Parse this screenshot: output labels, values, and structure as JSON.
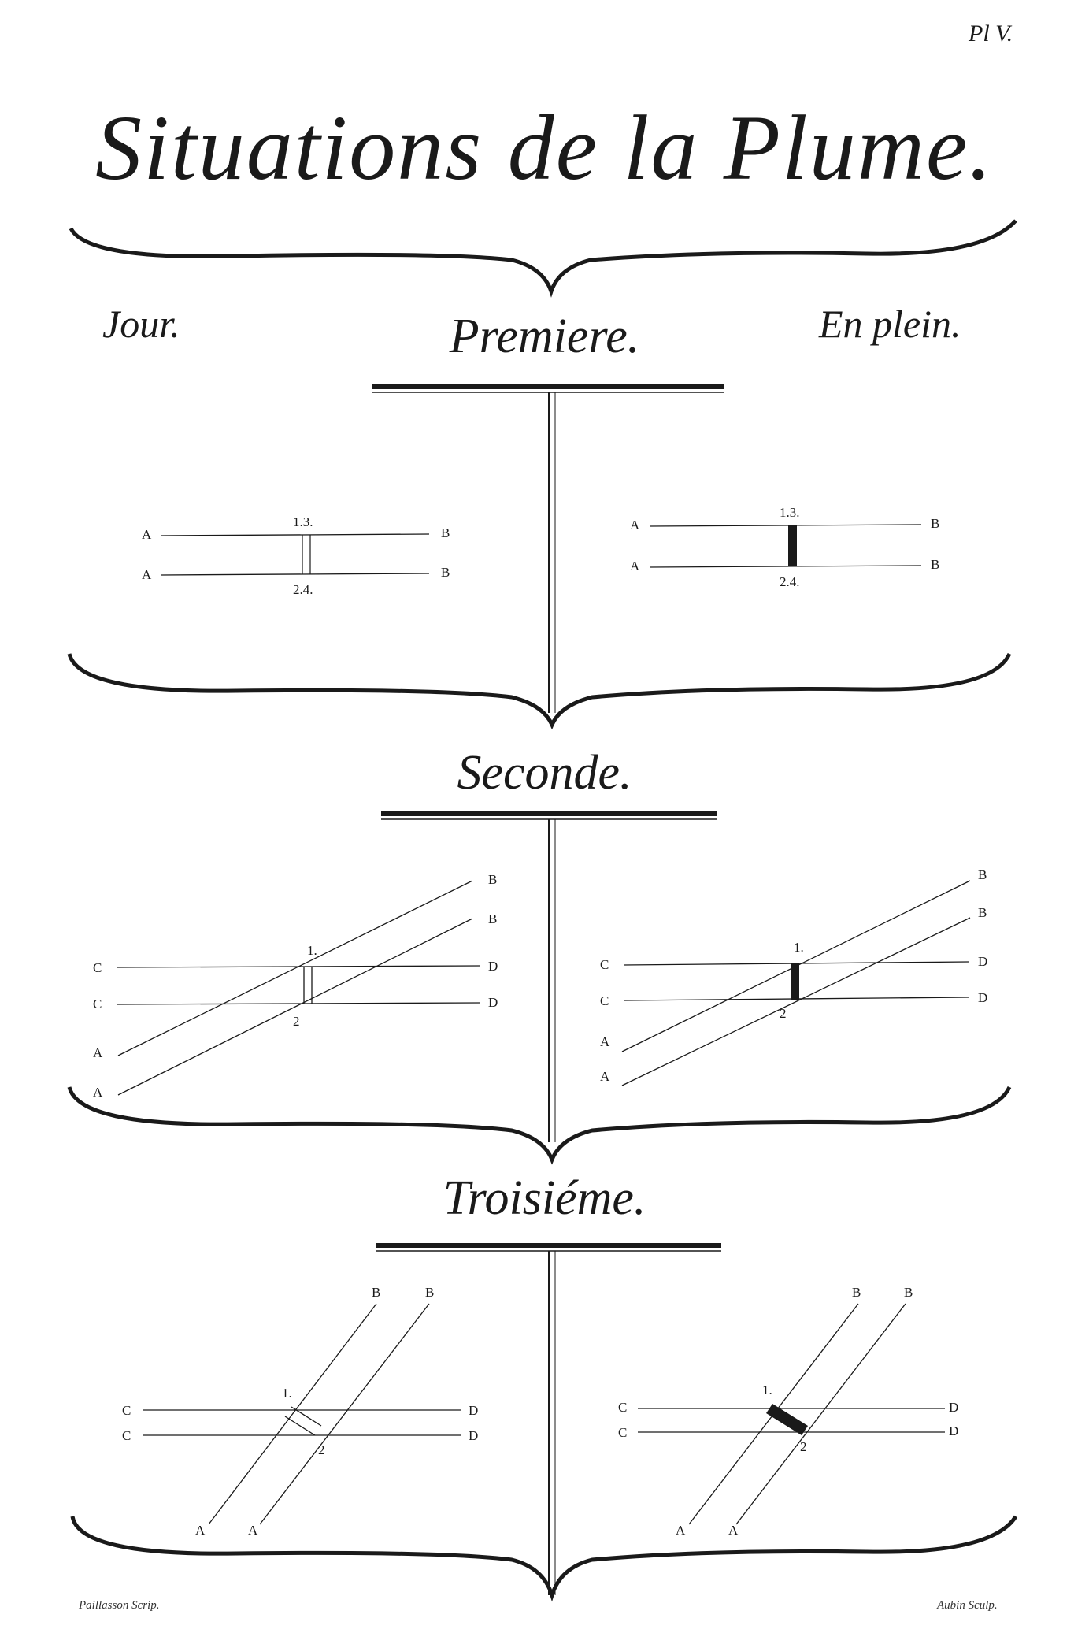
{
  "plate_number": "Pl V.",
  "title": "Situations de la Plume.",
  "header_left": "Jour.",
  "header_right": "En plein.",
  "sections": [
    {
      "name": "Premiere."
    },
    {
      "name": "Seconde."
    },
    {
      "name": "Troisiéme."
    }
  ],
  "labels": {
    "A": "A",
    "B": "B",
    "C": "C",
    "D": "D",
    "n13": "1.3.",
    "n24": "2.4.",
    "n1": "1.",
    "n2": "2"
  },
  "credits": {
    "left": "Paillasson Scrip.",
    "right": "Aubin Sculp."
  }
}
